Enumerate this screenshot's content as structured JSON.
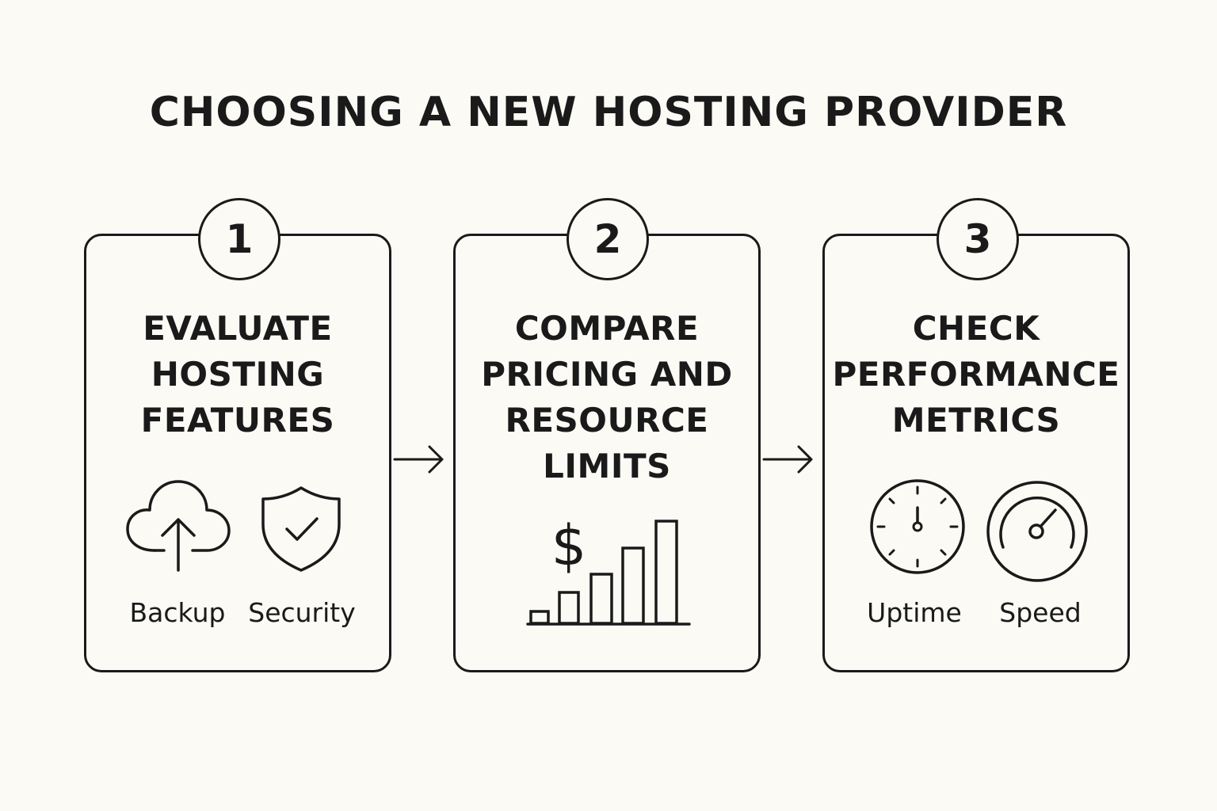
{
  "title": "CHOOSING A NEW HOSTING PROVIDER",
  "steps": [
    {
      "number": "1",
      "title_lines": [
        "EVALUATE",
        "HOSTING",
        "FEATURES"
      ],
      "icons": [
        {
          "icon": "cloud-upload-icon",
          "label": "Backup"
        },
        {
          "icon": "shield-check-icon",
          "label": "Security"
        }
      ]
    },
    {
      "number": "2",
      "title_lines": [
        "COMPARE",
        "PRICING AND",
        "RESOURCE",
        "LIMITS"
      ],
      "icons": [
        {
          "icon": "dollar-bar-chart-icon",
          "label": ""
        }
      ]
    },
    {
      "number": "3",
      "title_lines": [
        "CHECK",
        "PERFORMANCE",
        "METRICS"
      ],
      "icons": [
        {
          "icon": "clock-icon",
          "label": "Uptime"
        },
        {
          "icon": "speedometer-icon",
          "label": "Speed"
        }
      ]
    }
  ],
  "colors": {
    "background": "#fbfaf5",
    "stroke": "#1a1a1a"
  }
}
